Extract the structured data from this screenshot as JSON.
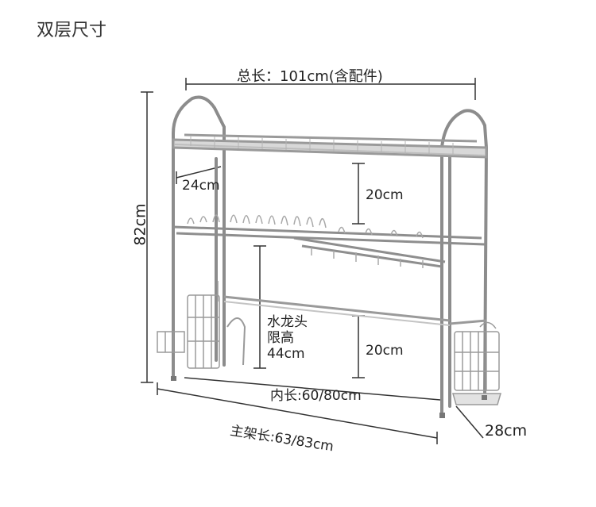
{
  "title": "双层尺寸",
  "dimensions": {
    "total_length": "总长：101cm(含配件)",
    "height": "82cm",
    "shelf_depth": "24cm",
    "upper_gap": "20cm",
    "faucet_limit_line1": "水龙头",
    "faucet_limit_line2": "限高",
    "faucet_limit_line3": "44cm",
    "lower_gap": "20cm",
    "inner_length": "内长:60/80cm",
    "main_frame_length": "主架长:63/83cm",
    "depth": "28cm"
  }
}
